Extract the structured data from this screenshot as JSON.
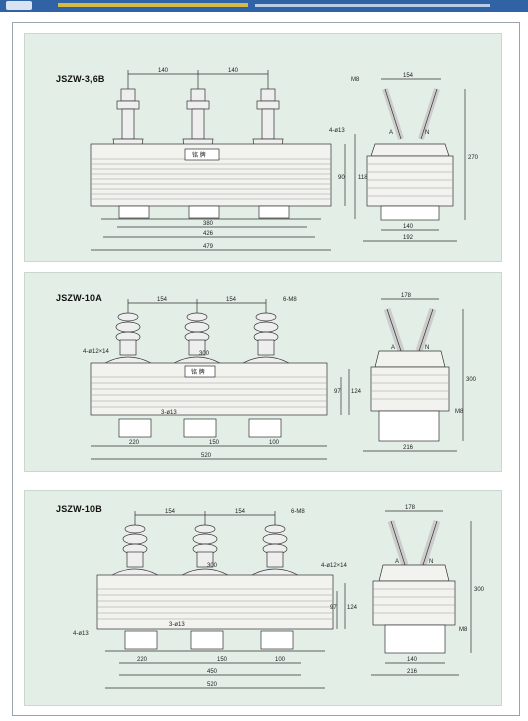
{
  "panels": [
    {
      "title": "JSZW-3,6B",
      "dims": {
        "top_a": "140",
        "top_b": "140",
        "side_top": "154",
        "d380": "380",
        "d426": "426",
        "d479": "479",
        "d90": "90",
        "d118": "118",
        "d270": "270",
        "d140": "140",
        "d192": "192",
        "nameplate": "铭 牌",
        "hole": "4-ø13",
        "m8": "M8"
      }
    },
    {
      "title": "JSZW-10A",
      "dims": {
        "top_a": "154",
        "top_b": "154",
        "m8_front": "6-M8",
        "d300": "300",
        "holes": "4-ø12×14",
        "nameplate": "铭 牌",
        "hole3": "3-ø13",
        "d97": "97",
        "d124": "124",
        "d220": "220",
        "d150": "150",
        "d100": "100",
        "d520": "520",
        "side_top": "178",
        "side_h": "300",
        "m8": "M8",
        "d216": "216"
      }
    },
    {
      "title": "JSZW-10B",
      "dims": {
        "top_a": "154",
        "top_b": "154",
        "m8_front": "6-M8",
        "d300": "300",
        "holes": "4-ø12×14",
        "hole3": "3-ø13",
        "hole4": "4-ø13",
        "d97": "97",
        "d124": "124",
        "d220": "220",
        "d150": "150",
        "d100": "100",
        "d450": "450",
        "d520": "520",
        "side_top": "178",
        "side_h": "300",
        "m8": "M8",
        "d140": "140",
        "d216": "216"
      }
    }
  ],
  "labels": {
    "phase_a": "A",
    "phase_n": "N"
  }
}
